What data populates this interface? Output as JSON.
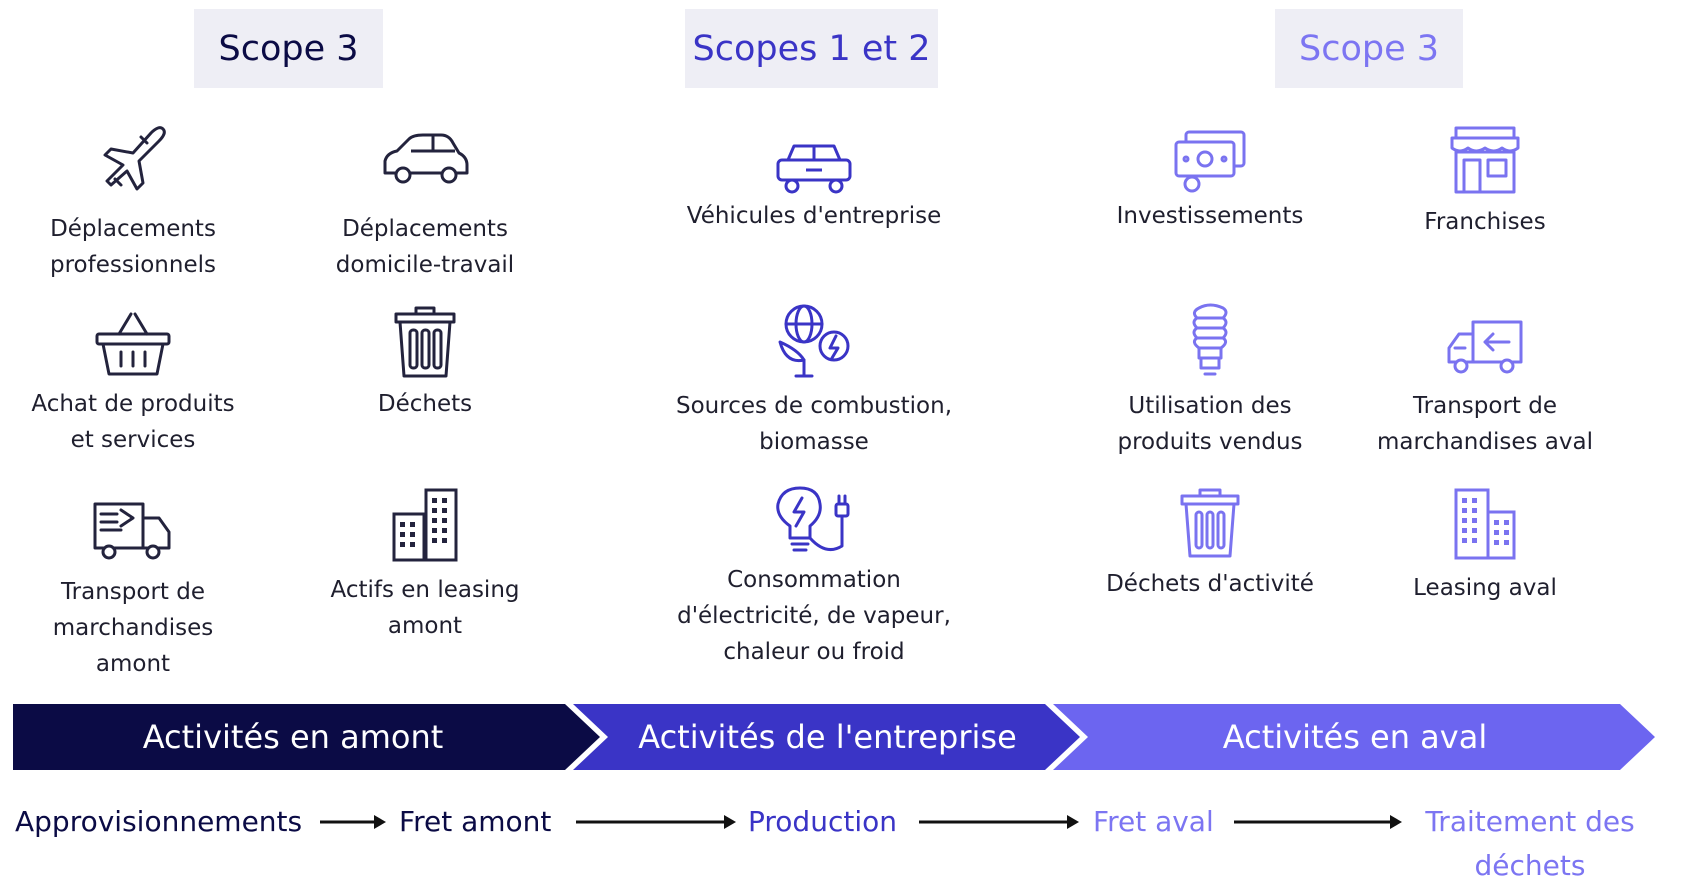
{
  "colors": {
    "upstream": "#0b0b45",
    "company": "#3a34c6",
    "downstream": "#6c65f0",
    "downstream_text": "#7c75f2",
    "icon_dark": "#23233d",
    "icon_blue": "#4a43d6",
    "icon_light": "#7a73f0"
  },
  "scopes": [
    {
      "label": "Scope 3"
    },
    {
      "label": "Scopes 1 et 2"
    },
    {
      "label": "Scope 3"
    }
  ],
  "upstream_items": [
    {
      "label": "Déplacements\nprofessionnels",
      "icon": "airplane-icon"
    },
    {
      "label": "Déplacements\ndomicile-travail",
      "icon": "car-icon"
    },
    {
      "label": "Achat de produits\net services",
      "icon": "shopping-basket-icon"
    },
    {
      "label": "Déchets",
      "icon": "trash-bin-icon"
    },
    {
      "label": "Transport de\nmarchandises\namont",
      "icon": "delivery-truck-icon"
    },
    {
      "label": "Actifs en leasing\namont",
      "icon": "buildings-icon"
    }
  ],
  "company_items": [
    {
      "label": "Véhicules d'entreprise",
      "icon": "company-car-icon"
    },
    {
      "label": "Sources de combustion,\nbiomasse",
      "icon": "globe-energy-icon"
    },
    {
      "label": "Consommation\nd'électricité, de vapeur,\nchaleur ou froid",
      "icon": "lightbulb-plug-icon"
    }
  ],
  "downstream_items": [
    {
      "label": "Investissements",
      "icon": "money-icon"
    },
    {
      "label": "Franchises",
      "icon": "storefront-icon"
    },
    {
      "label": "Utilisation des\nproduits vendus",
      "icon": "energy-bulb-icon"
    },
    {
      "label": "Transport de\nmarchandises aval",
      "icon": "return-truck-icon"
    },
    {
      "label": "Déchets d'activité",
      "icon": "recycle-bin-icon"
    },
    {
      "label": "Leasing aval",
      "icon": "office-buildings-icon"
    }
  ],
  "bands": [
    {
      "label": "Activités en amont"
    },
    {
      "label": "Activités de l'entreprise"
    },
    {
      "label": "Activités en aval"
    }
  ],
  "flow": [
    {
      "label": "Approvisionnements"
    },
    {
      "label": "Fret amont"
    },
    {
      "label": "Production"
    },
    {
      "label": "Fret aval"
    },
    {
      "label": "Traitement des\ndéchets"
    }
  ]
}
